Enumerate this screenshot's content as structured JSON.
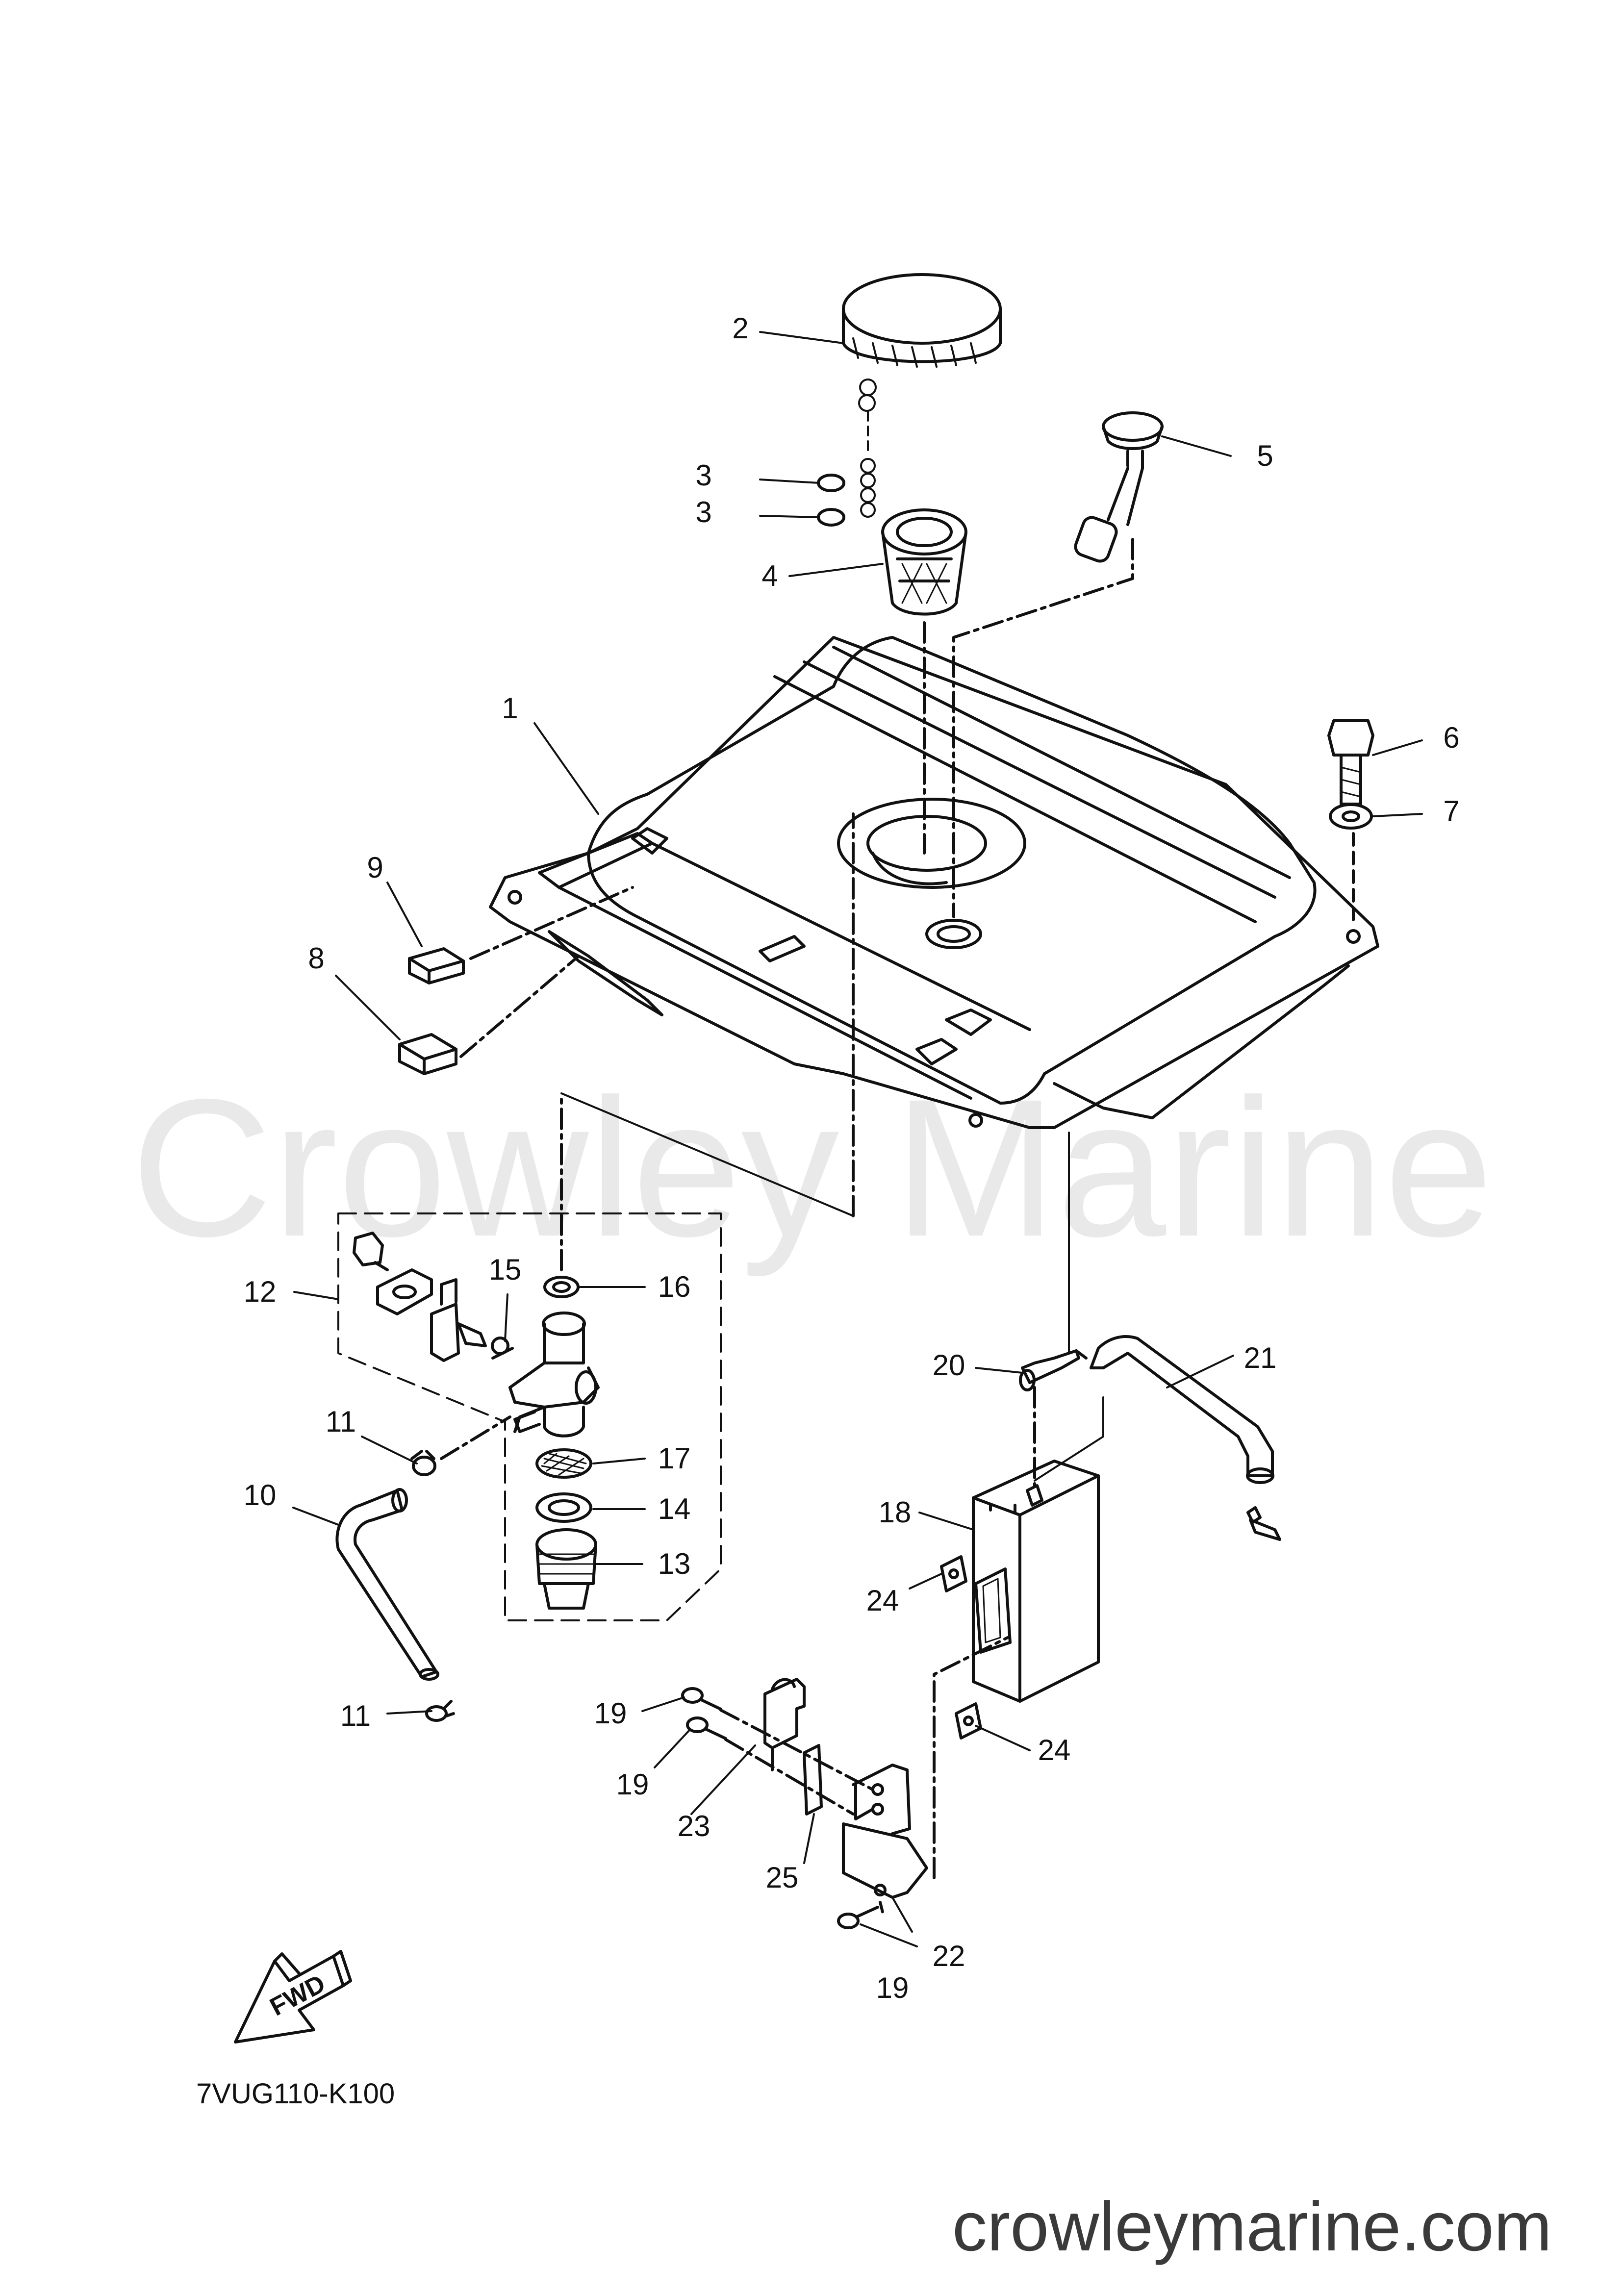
{
  "watermark": "Crowley Marine",
  "site": "crowleymarine.com",
  "diagram_code": "7VUG110-K100",
  "fwd": "FWD",
  "callouts": [
    {
      "id": "c1",
      "label": "1"
    },
    {
      "id": "c2",
      "label": "2"
    },
    {
      "id": "c3a",
      "label": "3"
    },
    {
      "id": "c3b",
      "label": "3"
    },
    {
      "id": "c4",
      "label": "4"
    },
    {
      "id": "c5",
      "label": "5"
    },
    {
      "id": "c6",
      "label": "6"
    },
    {
      "id": "c7",
      "label": "7"
    },
    {
      "id": "c8",
      "label": "8"
    },
    {
      "id": "c9",
      "label": "9"
    },
    {
      "id": "c10",
      "label": "10"
    },
    {
      "id": "c11a",
      "label": "11"
    },
    {
      "id": "c11b",
      "label": "11"
    },
    {
      "id": "c12",
      "label": "12"
    },
    {
      "id": "c13",
      "label": "13"
    },
    {
      "id": "c14",
      "label": "14"
    },
    {
      "id": "c15",
      "label": "15"
    },
    {
      "id": "c16",
      "label": "16"
    },
    {
      "id": "c17",
      "label": "17"
    },
    {
      "id": "c18",
      "label": "18"
    },
    {
      "id": "c19a",
      "label": "19"
    },
    {
      "id": "c19b",
      "label": "19"
    },
    {
      "id": "c19c",
      "label": "19"
    },
    {
      "id": "c20",
      "label": "20"
    },
    {
      "id": "c21",
      "label": "21"
    },
    {
      "id": "c22",
      "label": "22"
    },
    {
      "id": "c23",
      "label": "23"
    },
    {
      "id": "c24a",
      "label": "24"
    },
    {
      "id": "c24b",
      "label": "24"
    },
    {
      "id": "c25",
      "label": "25"
    }
  ]
}
